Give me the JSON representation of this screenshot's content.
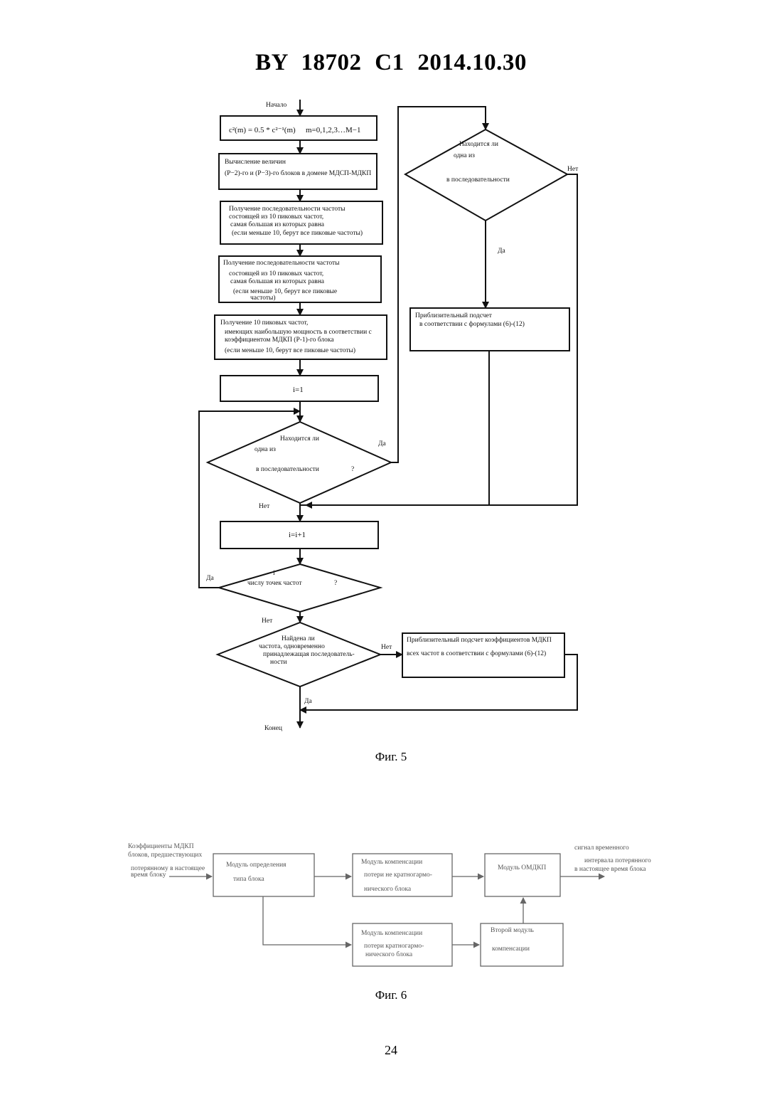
{
  "header": {
    "doc_id": "BY  18702  C1  2014.10.30"
  },
  "fig5": {
    "start": "Начало",
    "end": "Конец",
    "init_formula": "c²(m) = 0.5 * c²⁻¹(m)",
    "init_range": "m=0,1,2,3…M−1",
    "calc": [
      "Вычисление величин",
      "(P−2)-го и (P−3)-го блоков в домене МДСП-МДКП"
    ],
    "seq1": [
      "Получение последовательности частоты",
      "состоящей из 10 пиковых частот,",
      "самая большая из которых равна",
      "(если меньше 10, берут все пиковые частоты)"
    ],
    "seq2": [
      "Получение последовательности частоты",
      "состоящей из 10 пиковых частот,",
      "самая большая из которых равна",
      "(если меньше 10, берут все пиковые",
      "частоты)"
    ],
    "peaks": [
      "Получение 10 пиковых частот,",
      "имеющих наибольшую мощность в соответствии с",
      "коэффициентом МДКП (P-1)-го блока",
      "(если меньше 10, берут все пиковые частоты)"
    ],
    "i_init": "i=1",
    "dec1": [
      "Находится ли",
      "одна из",
      "в последовательности",
      "?"
    ],
    "i_inc": "i=i+1",
    "dec2": [
      "i",
      "числу точек частот",
      "?"
    ],
    "dec3": [
      "Найдена ли",
      "частота, одновременно",
      "принадлежащая последователь-",
      "ности"
    ],
    "dec_right": [
      "Находится ли",
      "одна из",
      "в последовательности"
    ],
    "approx1": [
      "Приблизительный подсчет",
      "в соответствии с формулами (6)-(12)"
    ],
    "approx2": [
      "Приблизительный подсчет коэффициентов МДКП",
      "всех частот в соответствии с формулами (6)-(12)"
    ],
    "yes": "Да",
    "no": "Нет",
    "caption": "Фиг. 5"
  },
  "fig6": {
    "input_label": [
      "Коэффициенты МДКП",
      "блоков, предшествующих",
      "потерянному в настоящее",
      "время блоку"
    ],
    "block_type": [
      "Модуль определения",
      "типа блока"
    ],
    "comp_top": [
      "Модуль компенсации",
      "потери не кратногармо-",
      "нического блока"
    ],
    "omdkp": "Модуль ОМДКП",
    "comp_bottom": [
      "Модуль компенсации",
      "потери кратногармо-",
      "нического блока"
    ],
    "second": [
      "Второй модуль",
      "компенсации"
    ],
    "output_label": [
      "сигнал временного",
      "интервала потерянного",
      "в настоящее время блока"
    ],
    "caption": "Фиг. 6"
  },
  "page_number": "24"
}
